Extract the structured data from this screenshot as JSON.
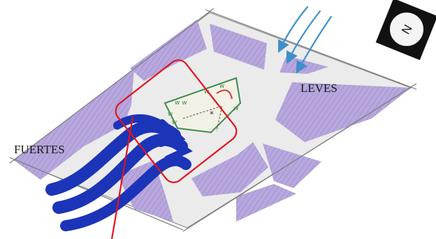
{
  "labels": {
    "strong_winds": "FUERTES",
    "light_winds": "LEVES"
  },
  "compass": {
    "letter": "N",
    "icon": "north-compass-icon"
  },
  "colors": {
    "block_fill": "#b9a9dd",
    "street_fill": "#ececec",
    "strong_wind": "#1c34b8",
    "light_wind": "#3f8fc8",
    "highlight": "#e0141e",
    "site_green": "#3d8c4a"
  }
}
